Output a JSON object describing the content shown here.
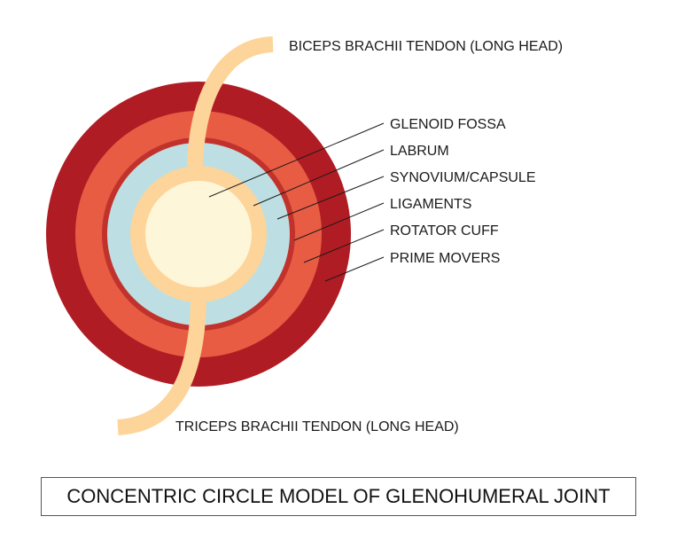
{
  "diagram": {
    "labels": {
      "biceps": "BICEPS BRACHII TENDON (LONG HEAD)",
      "glenoid": "GLENOID FOSSA",
      "labrum": "LABRUM",
      "synovium": "SYNOVIUM/CAPSULE",
      "ligaments": "LIGAMENTS",
      "rotator": "ROTATOR CUFF",
      "prime": "PRIME MOVERS",
      "triceps": "TRICEPS BRACHII TENDON (LONG HEAD)"
    },
    "caption": "CONCENTRIC CIRCLE MODEL OF GLENOHUMERAL JOINT"
  },
  "colors": {
    "prime_movers": "#b01c23",
    "rotator_cuff": "#e85c43",
    "ligaments": "#c2322c",
    "synovium_capsule": "#bddfe3",
    "labrum": "#fdd49a",
    "glenoid_fossa": "#fef6d8",
    "tendon": "#fdd49a"
  }
}
